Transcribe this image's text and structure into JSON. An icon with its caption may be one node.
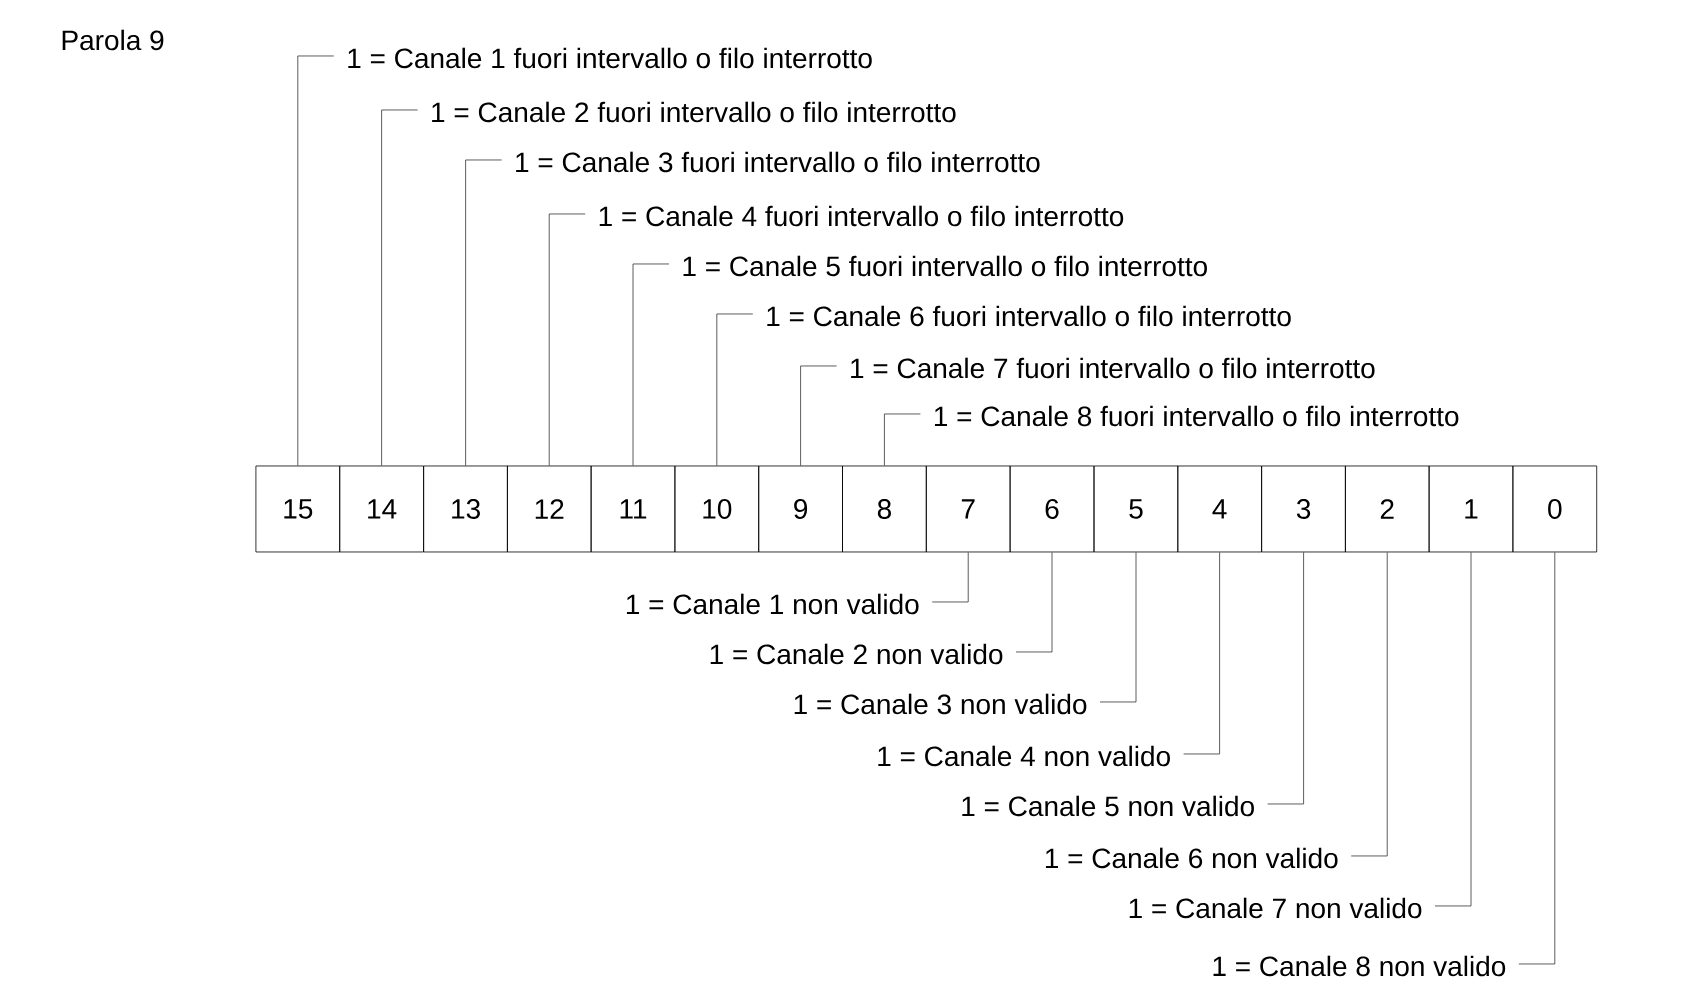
{
  "diagram": {
    "title": "Parola 9",
    "nodes": [
      {
        "text": [
          "1 = Canale 1 fuori intervallo o filo interrotto"
        ]
      },
      {
        "text": [
          "1 = Canale 2 fuori intervallo o filo interrotto"
        ]
      },
      {
        "text": [
          "1 = Canale 3 fuori intervallo o filo interrotto"
        ]
      },
      {
        "text": [
          "1 = Canale 4 fuori intervallo o filo interrotto"
        ]
      },
      {
        "text": [
          "1 = Canale 5 fuori intervallo o filo interrotto"
        ]
      },
      {
        "text": [
          "1 = Canale 6 fuori intervallo o filo interrotto"
        ]
      },
      {
        "text": [
          "1 = Canale 7 fuori intervallo o filo interrotto"
        ]
      },
      {
        "text": [
          "1 = Canale 8 fuori intervallo o filo interrotto"
        ]
      },
      {
        "text": [
          "15"
        ]
      },
      {
        "text": [
          "14"
        ]
      },
      {
        "text": [
          "13"
        ]
      },
      {
        "text": [
          "12"
        ]
      },
      {
        "text": [
          "11"
        ]
      },
      {
        "text": [
          "10"
        ]
      },
      {
        "text": [
          "9"
        ]
      },
      {
        "text": [
          "8"
        ]
      },
      {
        "text": [
          "7"
        ]
      },
      {
        "text": [
          "6"
        ]
      },
      {
        "text": [
          "5"
        ]
      },
      {
        "text": [
          "4"
        ]
      },
      {
        "text": [
          "3"
        ]
      },
      {
        "text": [
          "2"
        ]
      },
      {
        "text": [
          "1"
        ]
      },
      {
        "text": [
          "0"
        ]
      },
      {
        "text": [
          "1 = Canale 1 non valido"
        ]
      },
      {
        "text": [
          "1 = Canale 2 non valido"
        ]
      },
      {
        "text": [
          "1 = Canale 3 non valido"
        ]
      },
      {
        "text": [
          "1 = Canale 4 non valido"
        ]
      },
      {
        "text": [
          "1 = Canale 5 non valido"
        ]
      },
      {
        "text": [
          "1 = Canale 6 non valido"
        ]
      },
      {
        "text": [
          "1 = Canale 7 non valido"
        ]
      },
      {
        "text": [
          "1 = Canale 8 non valido"
        ]
      }
    ],
    "edges": [
      {
        "from": 0,
        "to": 8,
        "arrow": "none"
      },
      {
        "from": 1,
        "to": 9,
        "arrow": "none"
      },
      {
        "from": 2,
        "to": 10,
        "arrow": "none"
      },
      {
        "from": 3,
        "to": 11,
        "arrow": "none"
      },
      {
        "from": 4,
        "to": 12,
        "arrow": "none"
      },
      {
        "from": 5,
        "to": 13,
        "arrow": "none"
      },
      {
        "from": 6,
        "to": 14,
        "arrow": "none"
      },
      {
        "from": 7,
        "to": 15,
        "arrow": "none"
      },
      {
        "from": 24,
        "to": 16,
        "arrow": "none"
      },
      {
        "from": 25,
        "to": 17,
        "arrow": "none"
      },
      {
        "from": 26,
        "to": 18,
        "arrow": "none"
      },
      {
        "from": 27,
        "to": 19,
        "arrow": "none"
      },
      {
        "from": 28,
        "to": 20,
        "arrow": "none"
      },
      {
        "from": 29,
        "to": 21,
        "arrow": "none"
      },
      {
        "from": 30,
        "to": 22,
        "arrow": "none"
      },
      {
        "from": 31,
        "to": 23,
        "arrow": "none"
      }
    ]
  }
}
